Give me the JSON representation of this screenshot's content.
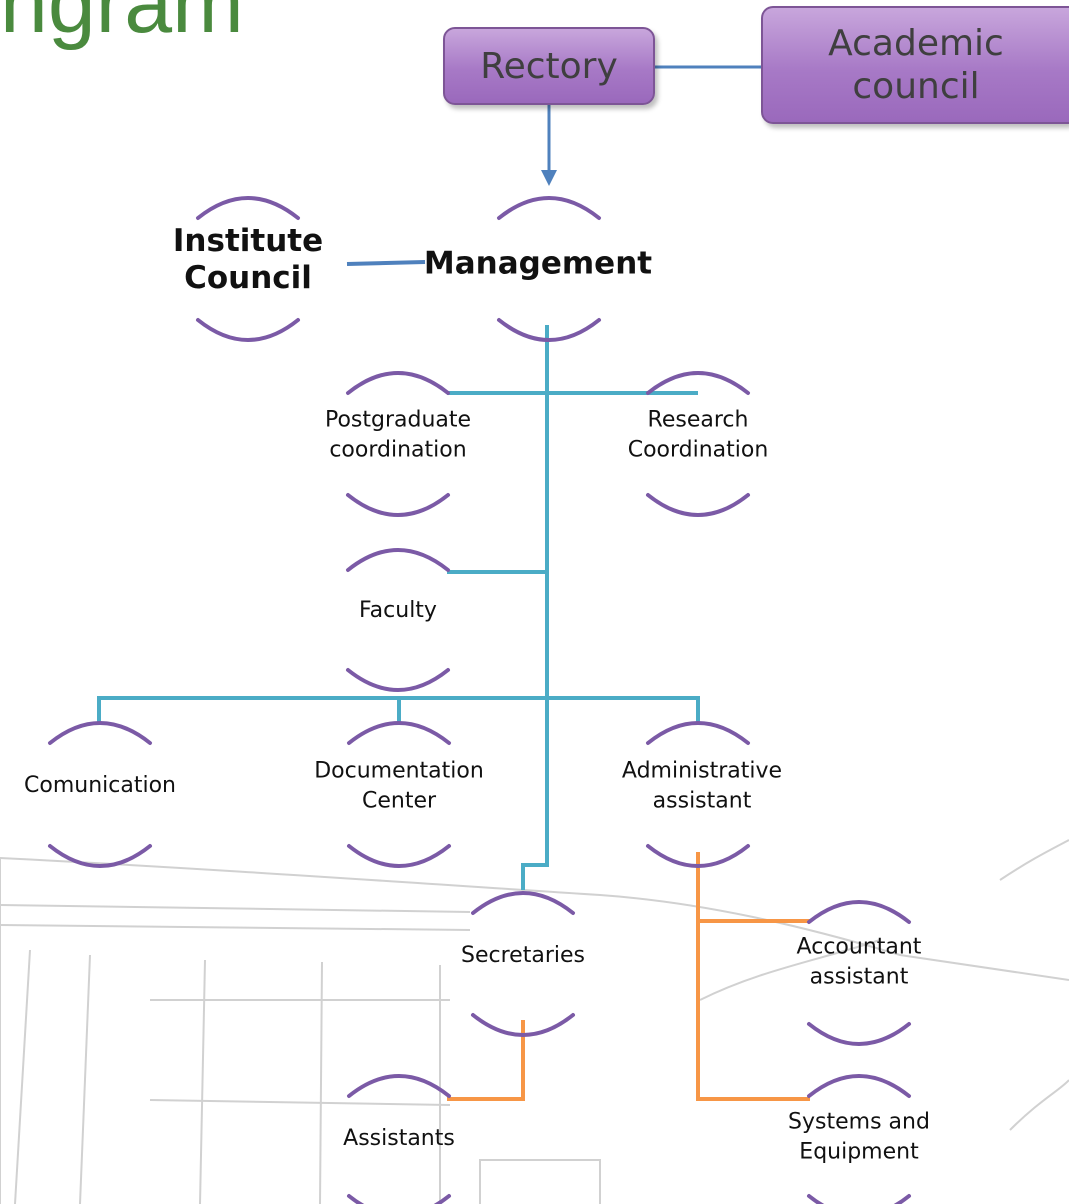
{
  "title_fragment": "ngram",
  "boxes": {
    "rectory": "Rectory",
    "academic": "Academic\ncouncil"
  },
  "nodes": {
    "institute_council": "Institute\nCouncil",
    "management": "Management",
    "postgraduate": "Postgraduate\ncoordination",
    "research": "Research\nCoordination",
    "faculty": "Faculty",
    "comunication": "Comunication",
    "documentation": "Documentation\nCenter",
    "administrative": "Administrative\nassistant",
    "secretaries": "Secretaries",
    "accountant": "Accountant\nassistant",
    "assistants": "Assistants",
    "systems": "Systems and\nEquipment"
  },
  "colors": {
    "box_fill": "#a779c6",
    "arc": "#7b5aa6",
    "main_connector": "#4bacc6",
    "admin_connector": "#f79646",
    "top_connector": "#4f81bd",
    "title": "#4a8a3e"
  }
}
